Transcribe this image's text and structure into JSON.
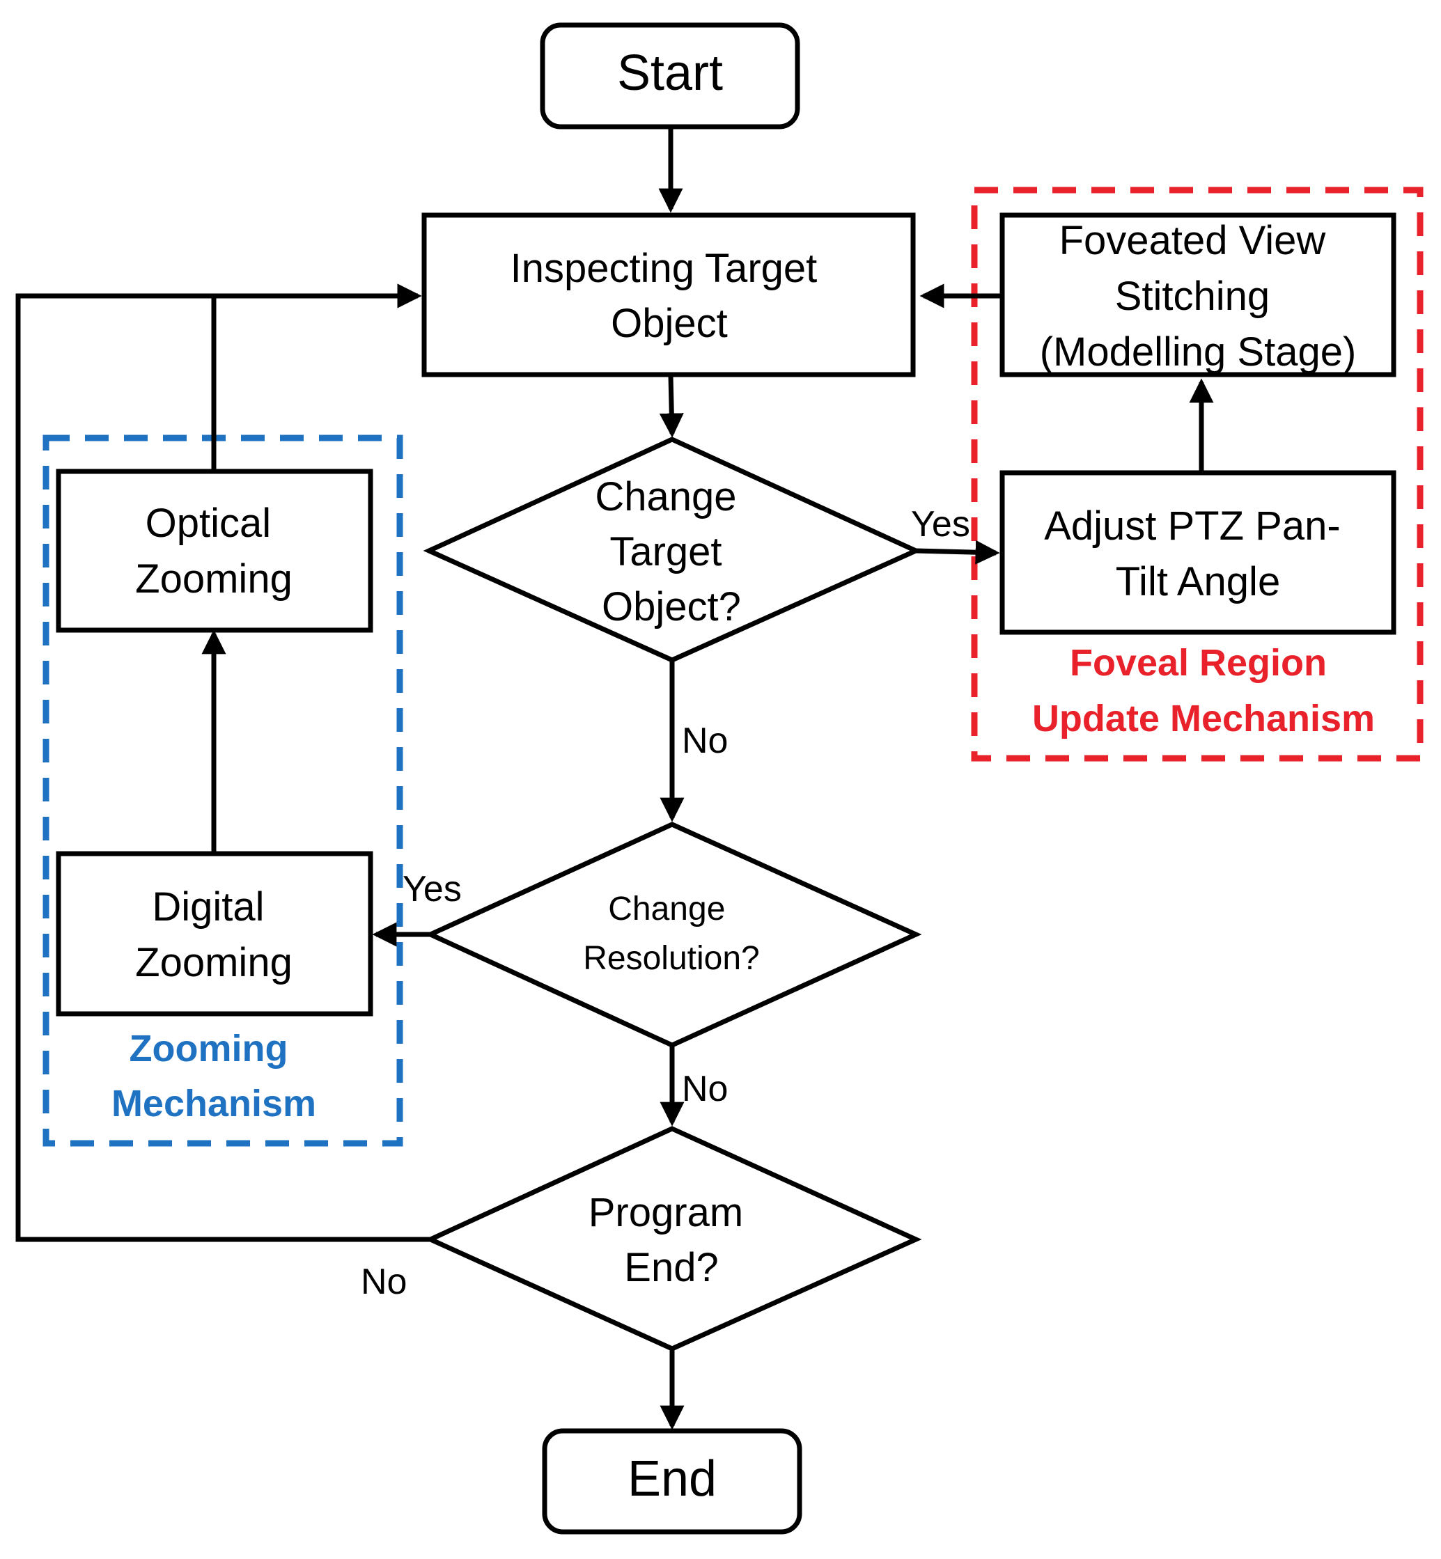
{
  "nodes": {
    "start": "Start",
    "inspecting": [
      "Inspecting Target",
      "Object"
    ],
    "foveated": [
      "Foveated View",
      "Stitching",
      "(Modelling Stage)"
    ],
    "change_target": [
      "Change",
      "Target",
      "Object?"
    ],
    "adjust_ptz": [
      "Adjust PTZ Pan-",
      "Tilt Angle"
    ],
    "optical_zooming": [
      "Optical",
      "Zooming"
    ],
    "digital_zooming": [
      "Digital",
      "Zooming"
    ],
    "change_resolution": [
      "Change",
      "Resolution?"
    ],
    "program_end": [
      "Program",
      "End?"
    ],
    "end": "End"
  },
  "edge_labels": {
    "change_target_yes": "Yes",
    "change_target_no": "No",
    "change_resolution_yes": "Yes",
    "change_resolution_no": "No",
    "program_end_no": "No"
  },
  "groups": {
    "foveal": {
      "label": [
        "Foveal Region",
        "Update Mechanism"
      ],
      "color": "#e8212a"
    },
    "zooming": {
      "label": [
        "Zooming",
        "Mechanism"
      ],
      "color": "#1f72c1"
    }
  }
}
